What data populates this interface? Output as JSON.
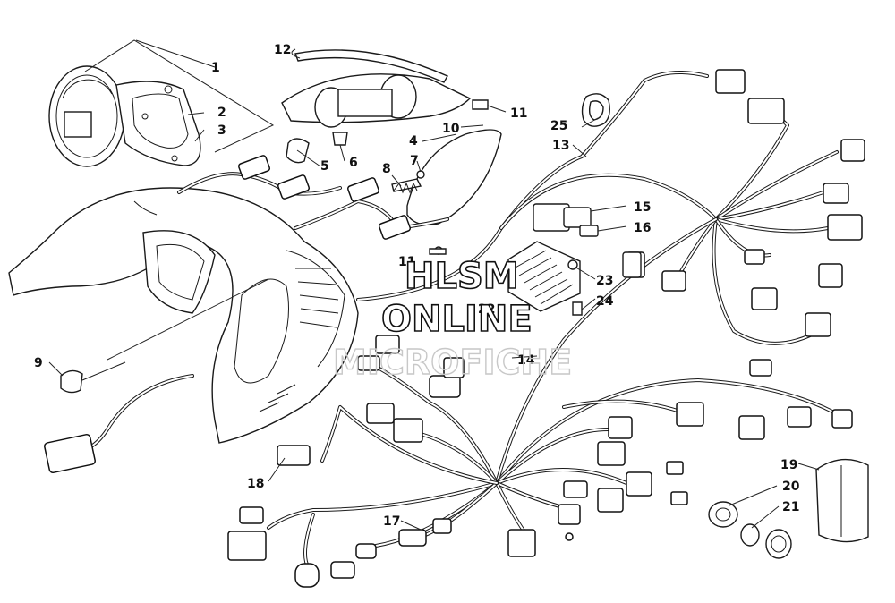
{
  "callouts": {
    "c1": "1",
    "c2": "2",
    "c3": "3",
    "c4": "4",
    "c5": "5",
    "c6": "6",
    "c7": "7",
    "c8": "8",
    "c9": "9",
    "c10": "10",
    "c11": "11",
    "c11b": "11",
    "c12": "12",
    "c13": "13",
    "c14": "14",
    "c15": "15",
    "c16": "16",
    "c17": "17",
    "c18": "18",
    "c19": "19",
    "c20": "20",
    "c21": "21",
    "c22": "22",
    "c23": "23",
    "c24": "24",
    "c25": "25"
  },
  "watermark": {
    "line1": "HLSM",
    "line2": "ONLINE",
    "line3": "MICROFICHE"
  }
}
